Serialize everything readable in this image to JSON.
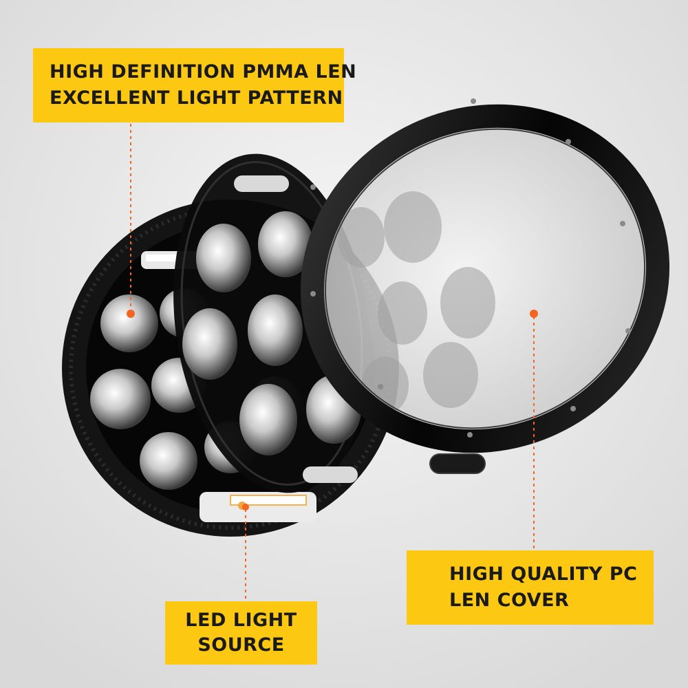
{
  "callouts": {
    "pmma": {
      "line1": "HIGH DEFINITION PMMA LEN",
      "line2": "EXCELLENT LIGHT PATTERN"
    },
    "pc": {
      "line1": "HIGH QUALITY PC",
      "line2": "LEN COVER"
    },
    "led": {
      "line1": "LED LIGHT",
      "line2": "SOURCE"
    }
  },
  "colors": {
    "callout_bg": "#fcc812",
    "dot": "#f26522",
    "background": "#ececec",
    "housing": "#0c0c0c"
  },
  "components": [
    "headlight-housing",
    "lens-holder-plate",
    "pc-lens-cover"
  ]
}
